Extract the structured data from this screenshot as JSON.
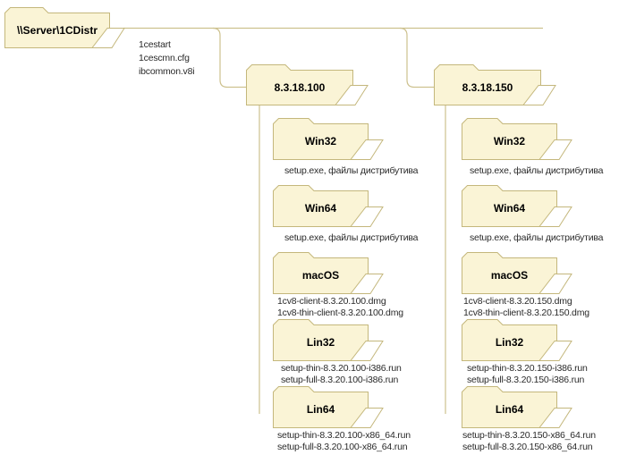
{
  "root": {
    "label": "\\\\Server\\1CDistr",
    "files": [
      "1cestart",
      "1cescmn.cfg",
      "ibcommon.v8i"
    ]
  },
  "versions": [
    {
      "label": "8.3.18.100",
      "children": [
        {
          "label": "Win32",
          "files": [
            "setup.exe, файлы дистрибутива"
          ]
        },
        {
          "label": "Win64",
          "files": [
            "setup.exe, файлы дистрибутива"
          ]
        },
        {
          "label": "macOS",
          "files": [
            "1cv8-client-8.3.20.100.dmg",
            "1cv8-thin-client-8.3.20.100.dmg"
          ]
        },
        {
          "label": "Lin32",
          "files": [
            "setup-thin-8.3.20.100-i386.run",
            "setup-full-8.3.20.100-i386.run"
          ]
        },
        {
          "label": "Lin64",
          "files": [
            "setup-thin-8.3.20.100-x86_64.run",
            "setup-full-8.3.20.100-x86_64.run"
          ]
        }
      ]
    },
    {
      "label": "8.3.18.150",
      "children": [
        {
          "label": "Win32",
          "files": [
            "setup.exe, файлы дистрибутива"
          ]
        },
        {
          "label": "Win64",
          "files": [
            "setup.exe, файлы дистрибутива"
          ]
        },
        {
          "label": "macOS",
          "files": [
            "1cv8-client-8.3.20.150.dmg",
            "1cv8-thin-client-8.3.20.150.dmg"
          ]
        },
        {
          "label": "Lin32",
          "files": [
            "setup-thin-8.3.20.150-i386.run",
            "setup-full-8.3.20.150-i386.run"
          ]
        },
        {
          "label": "Lin64",
          "files": [
            "setup-thin-8.3.20.150-x86_64.run",
            "setup-full-8.3.20.150-x86_64.run"
          ]
        }
      ]
    }
  ],
  "colors": {
    "folder_fill": "#FAF4D6",
    "folder_border": "#C4B77C",
    "connector": "#CDC18E",
    "label_text": "#000000",
    "file_text": "#2A2A2A"
  }
}
